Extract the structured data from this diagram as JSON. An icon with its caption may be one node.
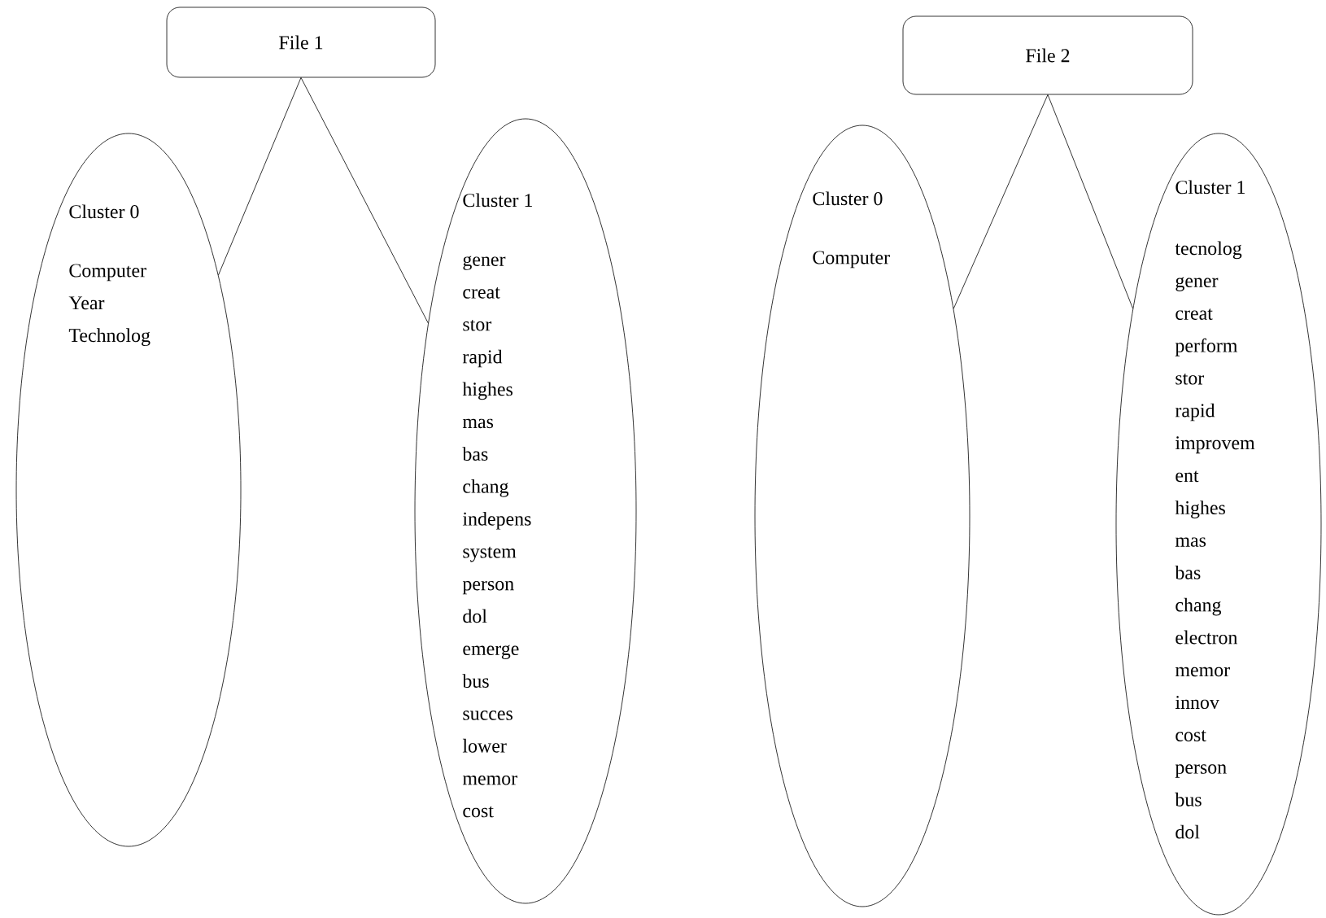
{
  "diagram": {
    "nodes": [
      {
        "text": [
          "File 1"
        ]
      },
      {
        "text": [
          "Cluster 0",
          "Computer",
          "Year",
          "Technolog"
        ]
      },
      {
        "text": [
          "Cluster 1",
          "gener",
          "creat",
          "stor",
          "rapid",
          "highes",
          "mas",
          "bas",
          "chang",
          "indepens",
          "system",
          "person",
          "dol",
          "emerge",
          "bus",
          "succes",
          "lower",
          "memor",
          "cost"
        ]
      },
      {
        "text": [
          "File 2"
        ]
      },
      {
        "text": [
          "Cluster 0",
          "Computer"
        ]
      },
      {
        "text": [
          "Cluster 1",
          "tecnolog",
          "gener",
          "creat",
          "perform",
          "stor",
          "rapid",
          "improvem",
          "ent",
          "highes",
          "mas",
          "bas",
          "chang",
          "electron",
          "memor",
          "innov",
          "cost",
          "person",
          "bus",
          "dol"
        ]
      }
    ],
    "edges": [
      {
        "from": 0,
        "to": 1,
        "arrow": "none"
      },
      {
        "from": 0,
        "to": 2,
        "arrow": "none"
      },
      {
        "from": 3,
        "to": 4,
        "arrow": "none"
      },
      {
        "from": 3,
        "to": 5,
        "arrow": "none"
      }
    ]
  }
}
